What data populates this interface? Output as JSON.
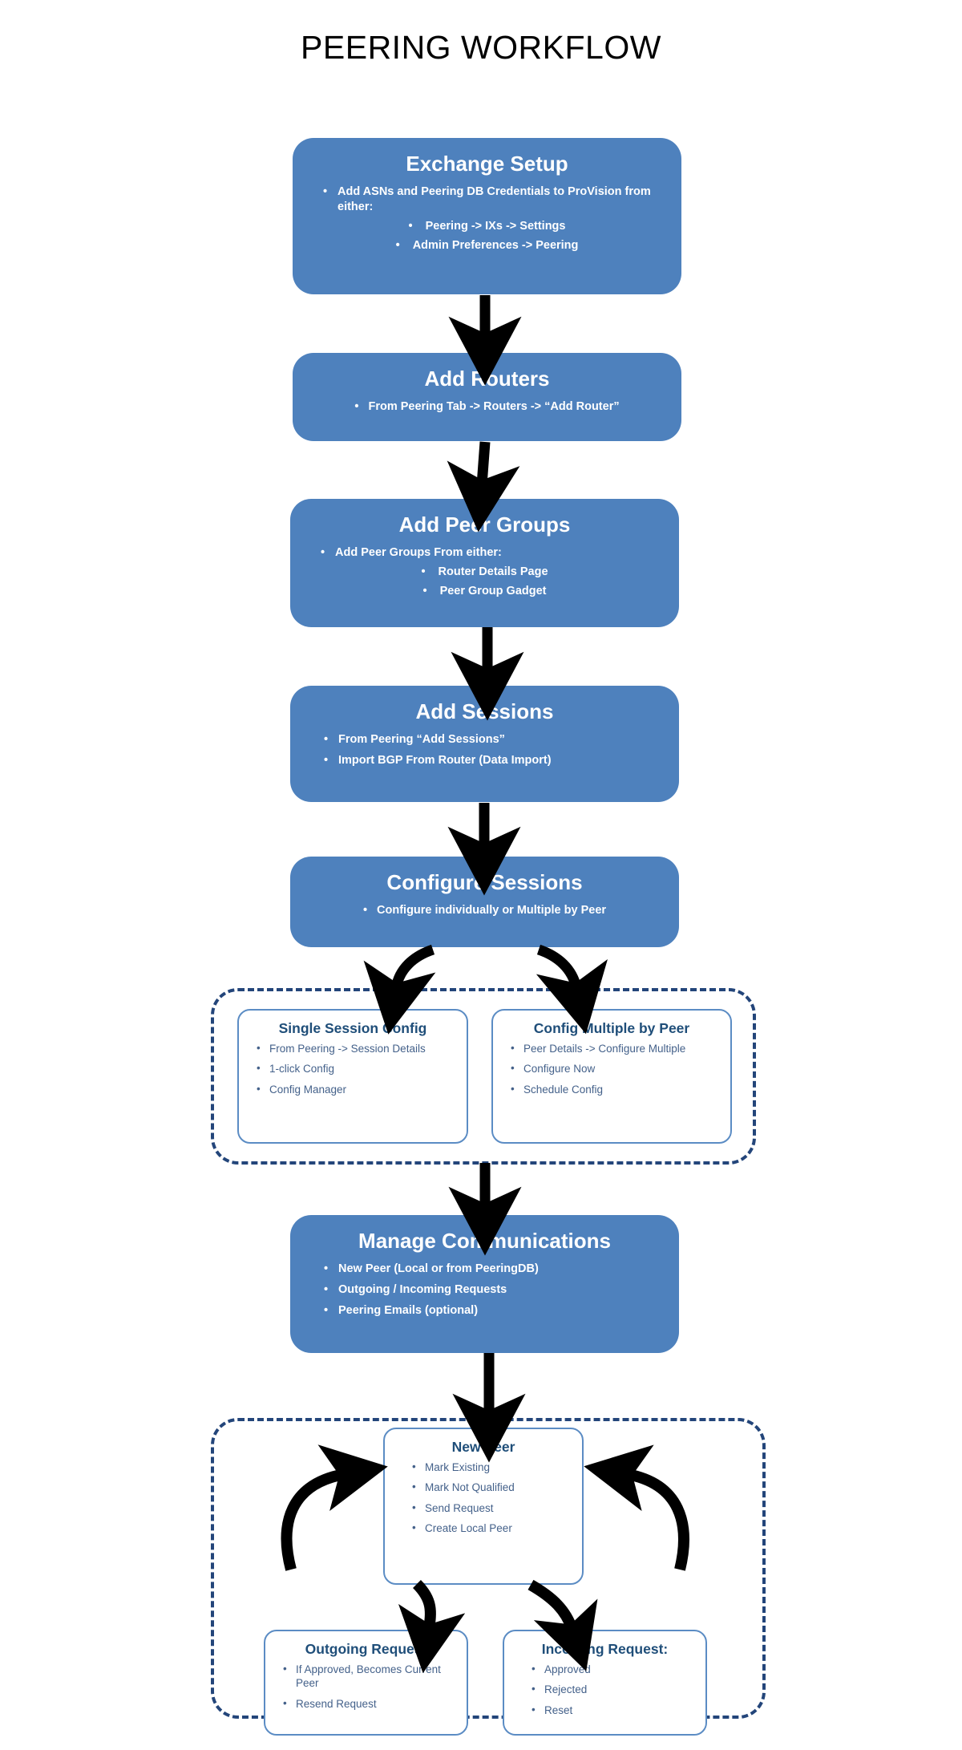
{
  "diagram": {
    "title": "PEERING WORKFLOW",
    "bullet_glyph": "•",
    "colors": {
      "stage_fill": "#4e81bd",
      "stage_text": "#ffffff",
      "dashed_border": "#23457a",
      "subbox_border": "#5b8cc4",
      "subbox_title": "#1f4e79",
      "subbox_text": "#44618a",
      "arrow": "#000000",
      "background": "#ffffff"
    },
    "stages": [
      {
        "id": "exchange-setup",
        "title": "Exchange Setup",
        "bullets": [
          "Add ASNs and Peering DB Credentials to ProVision from either:"
        ],
        "sub_bullets": [
          "Peering -> IXs -> Settings",
          "Admin Preferences -> Peering"
        ]
      },
      {
        "id": "add-routers",
        "title": "Add Routers",
        "bullets": [
          "From Peering Tab -> Routers -> “Add Router”"
        ],
        "sub_bullets": []
      },
      {
        "id": "add-peer-groups",
        "title": "Add Peer Groups",
        "bullets": [
          "Add Peer Groups From either:"
        ],
        "sub_bullets": [
          "Router Details Page",
          "Peer Group Gadget"
        ]
      },
      {
        "id": "add-sessions",
        "title": "Add Sessions",
        "bullets": [
          "From  Peering “Add Sessions”",
          "Import BGP From Router (Data Import)"
        ],
        "sub_bullets": []
      },
      {
        "id": "configure-sessions",
        "title": "Configure Sessions",
        "bullets": [
          "Configure individually or Multiple by Peer"
        ],
        "sub_bullets": []
      },
      {
        "id": "manage-communications",
        "title": "Manage Communications",
        "bullets": [
          "New Peer (Local or from PeeringDB)",
          "Outgoing / Incoming Requests",
          "Peering Emails (optional)"
        ],
        "sub_bullets": []
      }
    ],
    "config_group": {
      "boxes": [
        {
          "id": "single-session-config",
          "title": "Single Session Config",
          "bullets": [
            "From Peering -> Session Details",
            "1-click Config",
            "Config Manager"
          ]
        },
        {
          "id": "config-multiple-by-peer",
          "title": "Config Multiple by Peer",
          "bullets": [
            "Peer Details -> Configure Multiple",
            "Configure Now",
            "Schedule Config"
          ]
        }
      ]
    },
    "requests_group": {
      "boxes": [
        {
          "id": "new-peer",
          "title": "New Peer",
          "bullets": [
            "Mark Existing",
            "Mark Not Qualified",
            "Send Request",
            "Create Local Peer"
          ]
        },
        {
          "id": "outgoing-request",
          "title": "Outgoing Request",
          "bullets": [
            "If Approved, Becomes Current Peer",
            "Resend Request"
          ]
        },
        {
          "id": "incoming-request",
          "title": "Incoming Request:",
          "bullets": [
            "Approved",
            "Rejected",
            "Reset"
          ]
        }
      ]
    }
  }
}
